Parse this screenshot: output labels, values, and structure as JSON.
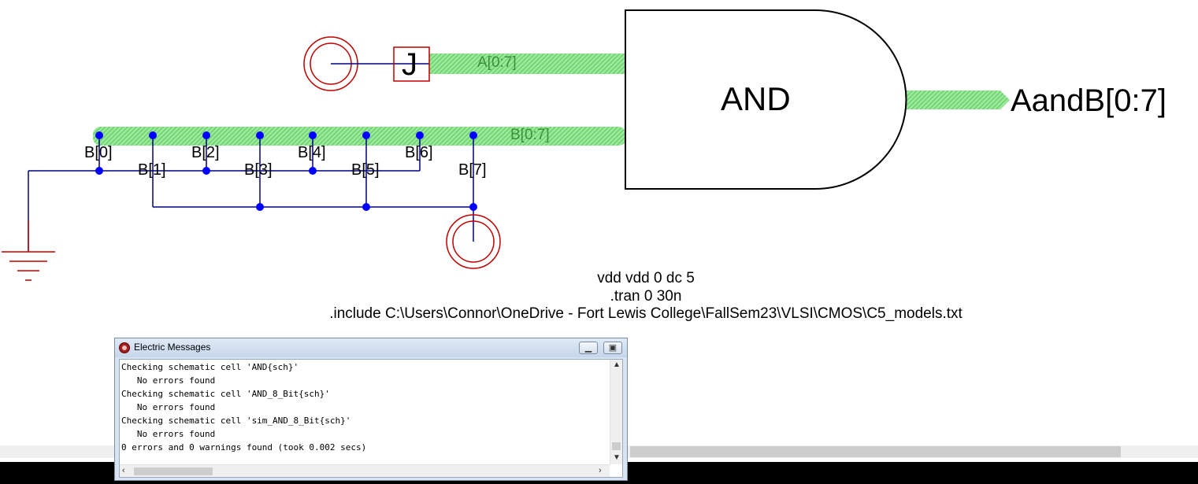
{
  "schematic": {
    "gate_label": "AND",
    "output_label": "AandB[0:7]",
    "bus_a_label": "A[0:7]",
    "bus_b_label": "B[0:7]",
    "export_label": "J",
    "bit_labels": [
      "B[0]",
      "B[1]",
      "B[2]",
      "B[3]",
      "B[4]",
      "B[5]",
      "B[6]",
      "B[7]"
    ],
    "spice_lines": [
      "vdd vdd 0 dc 5",
      ".tran 0 30n",
      ".include C:\\Users\\Connor\\OneDrive - Fort Lewis College\\FallSem23\\VLSI\\CMOS\\C5_models.txt"
    ],
    "colors": {
      "bus": "#7ee07e",
      "wire": "#000080",
      "node": "#0000ff",
      "source": "#c00000",
      "ground": "#c00000"
    }
  },
  "messages_window": {
    "title": "Electric Messages",
    "lines": [
      "Checking schematic cell 'AND{sch}'",
      "   No errors found",
      "Checking schematic cell 'AND_8_Bit{sch}'",
      "   No errors found",
      "Checking schematic cell 'sim_AND_8_Bit{sch}'",
      "   No errors found",
      "0 errors and 0 warnings found (took 0.002 secs)"
    ],
    "icons": {
      "app": "electric-icon",
      "minimize": "minimize-icon",
      "restore": "restore-icon"
    }
  }
}
